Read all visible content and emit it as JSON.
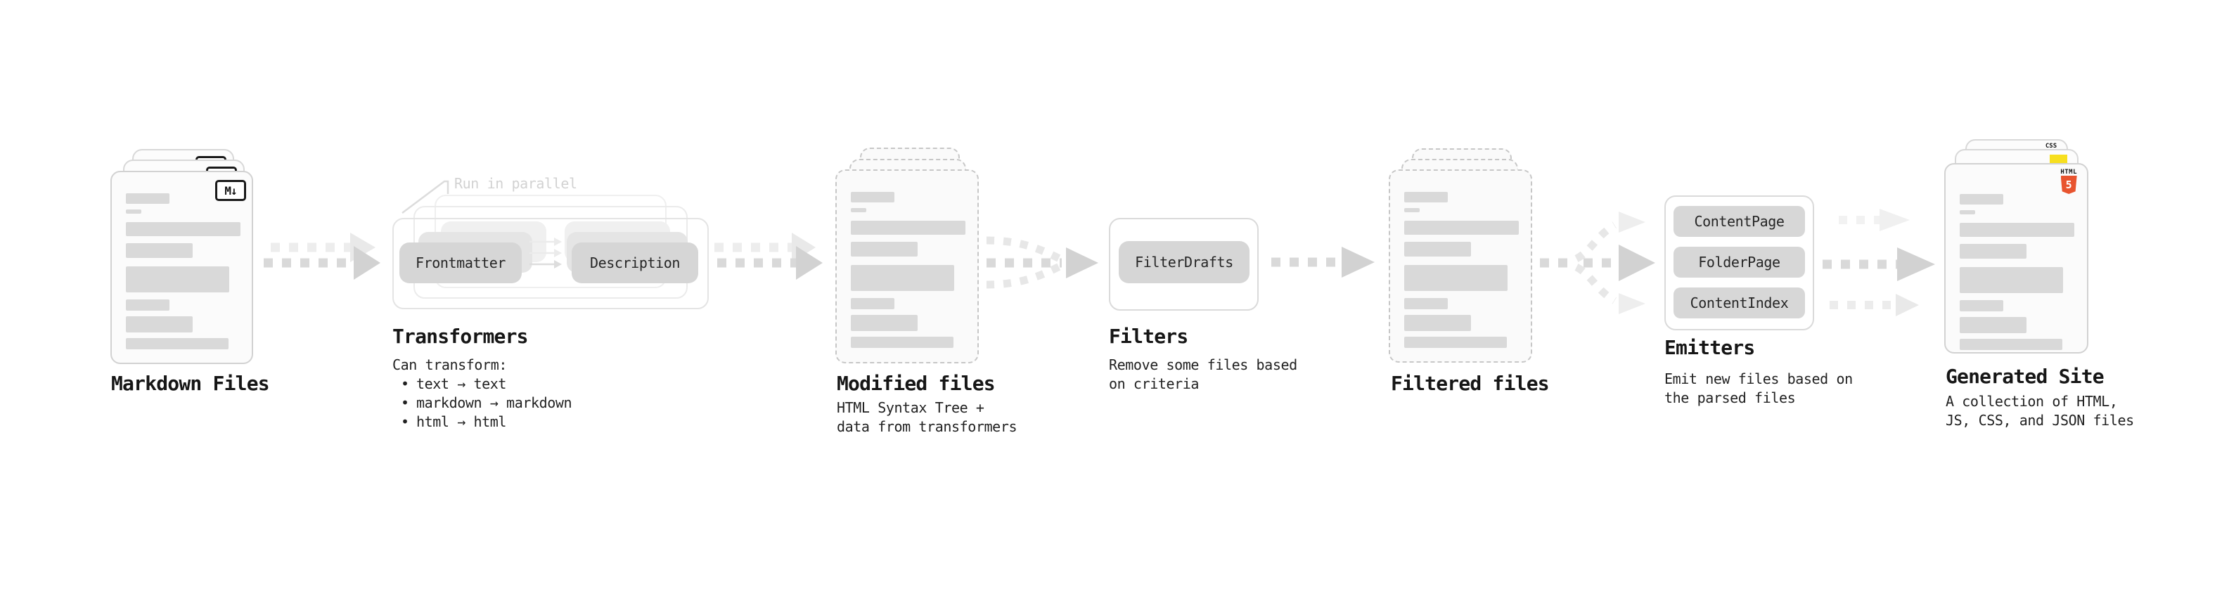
{
  "stages": {
    "markdown_files": {
      "label": "Markdown Files",
      "badge": "M↓"
    },
    "transformers": {
      "label": "Transformers",
      "annotation": "Run in parallel",
      "pill_left": "Frontmatter",
      "pill_right": "Description",
      "desc_heading": "Can transform:",
      "bullets": [
        "text → text",
        "markdown → markdown",
        "html → html"
      ]
    },
    "modified_files": {
      "label": "Modified files",
      "desc_line1": "HTML Syntax Tree +",
      "desc_line2": "data from transformers"
    },
    "filters": {
      "label": "Filters",
      "pill": "FilterDrafts",
      "desc_line1": "Remove some files based",
      "desc_line2": "on criteria"
    },
    "filtered_files": {
      "label": "Filtered files"
    },
    "emitters": {
      "label": "Emitters",
      "pills": [
        "ContentPage",
        "FolderPage",
        "ContentIndex"
      ],
      "desc_line1": "Emit new files based on",
      "desc_line2": "the parsed files"
    },
    "generated_site": {
      "label": "Generated Site",
      "desc_line1": "A collection of HTML,",
      "desc_line2": "JS, CSS, and JSON files",
      "badge_css": "CSS",
      "badge_html_label": "HTML",
      "badge_html_number": "5"
    }
  },
  "colors": {
    "html5_orange": "#e8542f",
    "js_yellow": "#f7df1e",
    "css_blue": "#2965f1",
    "bar_gray": "#d9d9d9",
    "pill_gray": "#d6d6d6"
  }
}
